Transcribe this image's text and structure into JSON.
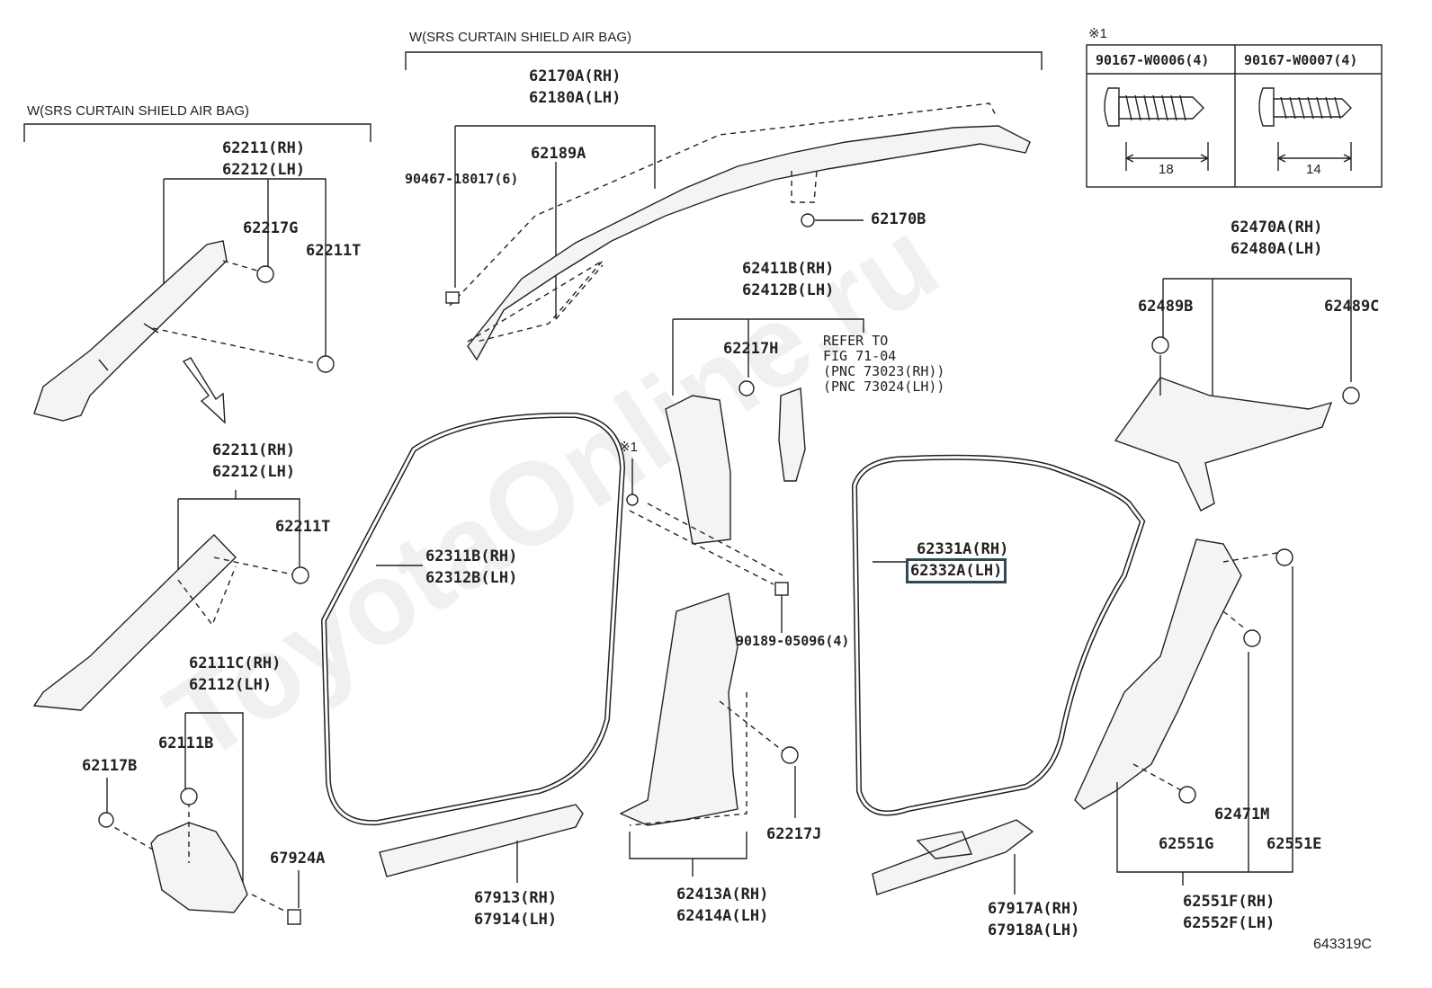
{
  "headers": {
    "left_group": "W(SRS CURTAIN SHIELD AIR BAG)",
    "top_group": "W(SRS CURTAIN SHIELD AIR BAG)",
    "fastener_table_mark": "※1"
  },
  "fastener_table": {
    "col1_part": "90167-W0006(4)",
    "col2_part": "90167-W0007(4)",
    "col1_length": "18",
    "col2_length": "14"
  },
  "refer": {
    "line1": "REFER TO",
    "line2": "FIG 71-04",
    "line3": "(PNC 73023(RH))",
    "line4": "(PNC 73024(LH))"
  },
  "labels": {
    "p62211_rh_a": "62211(RH)",
    "p62212_lh_a": "62212(LH)",
    "p62217g": "62217G",
    "p62211t_a": "62211T",
    "p62211_rh_b": "62211(RH)",
    "p62212_lh_b": "62212(LH)",
    "p62211t_b": "62211T",
    "p62111c_rh": "62111C(RH)",
    "p62112_lh": "62112(LH)",
    "p62111b": "62111B",
    "p62117b": "62117B",
    "p67924a": "67924A",
    "p62170a_rh": "62170A(RH)",
    "p62180a_lh": "62180A(LH)",
    "p62189a": "62189A",
    "p90467": "90467-18017(6)",
    "p62170b": "62170B",
    "p62411b_rh": "62411B(RH)",
    "p62412b_lh": "62412B(LH)",
    "p62217h": "62217H",
    "mark_x1": "※1",
    "p62311b_rh": "62311B(RH)",
    "p62312b_lh": "62312B(LH)",
    "p90189": "90189-05096(4)",
    "p62331a_rh": "62331A(RH)",
    "p62332a_lh": "62332A(LH)",
    "p62470a_rh": "62470A(RH)",
    "p62480a_lh": "62480A(LH)",
    "p62489b": "62489B",
    "p62489c": "62489C",
    "p62471m": "62471M",
    "p62551g": "62551G",
    "p62551e": "62551E",
    "p62551f_rh": "62551F(RH)",
    "p62552f_lh": "62552F(LH)",
    "p67913_rh": "67913(RH)",
    "p67914_lh": "67914(LH)",
    "p62413a_rh": "62413A(RH)",
    "p62414a_lh": "62414A(LH)",
    "p62217j": "62217J",
    "p67917a_rh": "67917A(RH)",
    "p67918a_lh": "67918A(LH)"
  },
  "figure_id": "643319C",
  "watermark": "ToyotaOnline.ru",
  "colors": {
    "line": "#222222",
    "highlight": "#2f4a55",
    "part_fill": "#f4f4f4"
  }
}
